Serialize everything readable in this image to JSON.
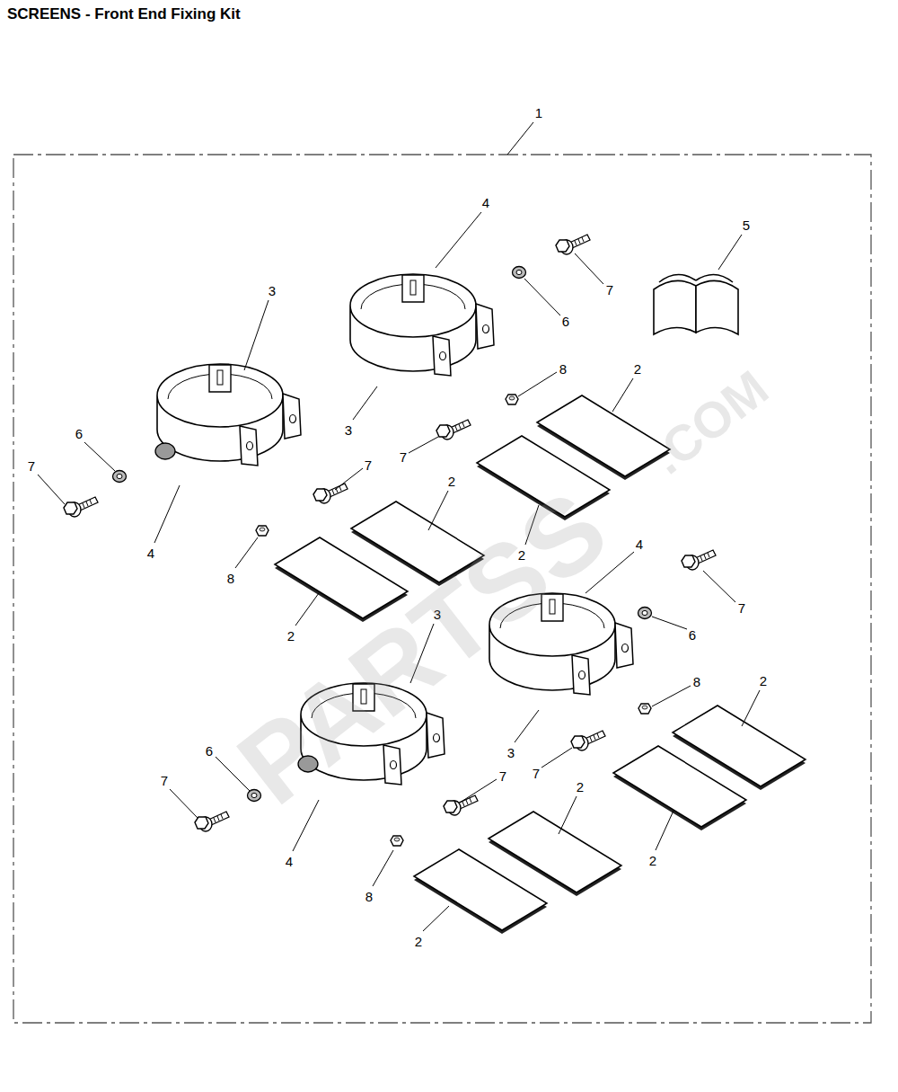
{
  "diagram": {
    "title": "SCREENS - Front End Fixing Kit",
    "labels": [
      "1",
      "4",
      "5",
      "3",
      "7",
      "6",
      "8",
      "2",
      "3",
      "6",
      "7",
      "2",
      "7",
      "7",
      "4",
      "2",
      "4",
      "8",
      "7",
      "6",
      "3",
      "2",
      "8",
      "2",
      "3",
      "6",
      "7",
      "7",
      "7",
      "2",
      "2",
      "4",
      "8",
      "2",
      "PARTSS",
      ".COM"
    ]
  }
}
